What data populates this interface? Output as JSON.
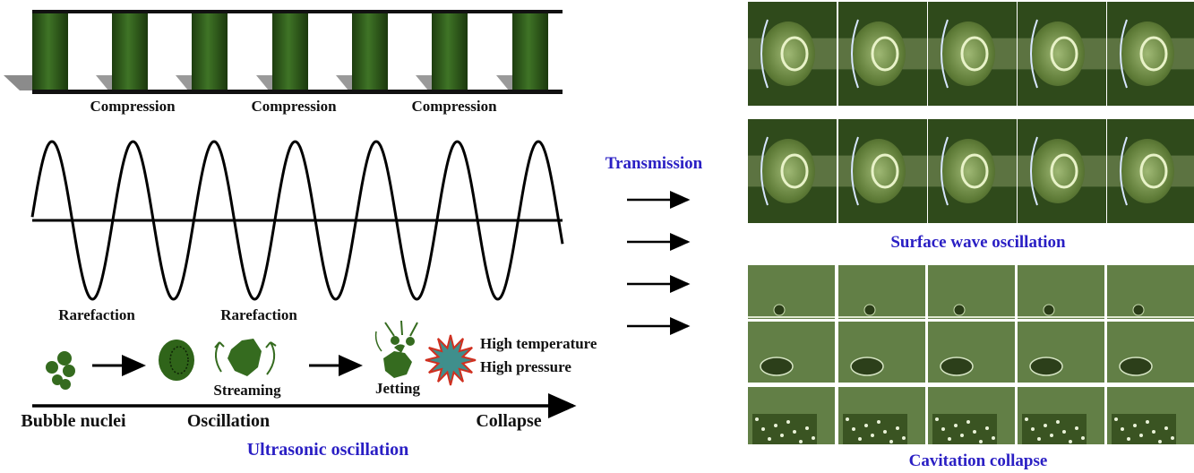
{
  "left_panel": {
    "compression_labels": [
      "Compression",
      "Compression",
      "Compression"
    ],
    "rarefaction_labels": [
      "Rarefaction",
      "Rarefaction"
    ],
    "stages": {
      "streaming": "Streaming",
      "jetting": "Jetting",
      "high_temperature": "High temperature",
      "high_pressure": "High pressure"
    },
    "axis": {
      "bubble_nuclei": "Bubble nuclei",
      "oscillation": "Oscillation",
      "collapse": "Collapse",
      "title": "Ultrasonic oscillation"
    }
  },
  "middle": {
    "transmission_label": "Transmission"
  },
  "right_panel": {
    "surface_wave_caption": "Surface wave oscillation",
    "cavitation_caption": "Cavitation collapse"
  },
  "colors": {
    "pillar_green": "#2f5a1c",
    "bubble_green": "#356b1f",
    "caption_blue": "#2a1fc4",
    "burst_fill": "#3f8f8c",
    "burst_outline": "#d03020"
  }
}
